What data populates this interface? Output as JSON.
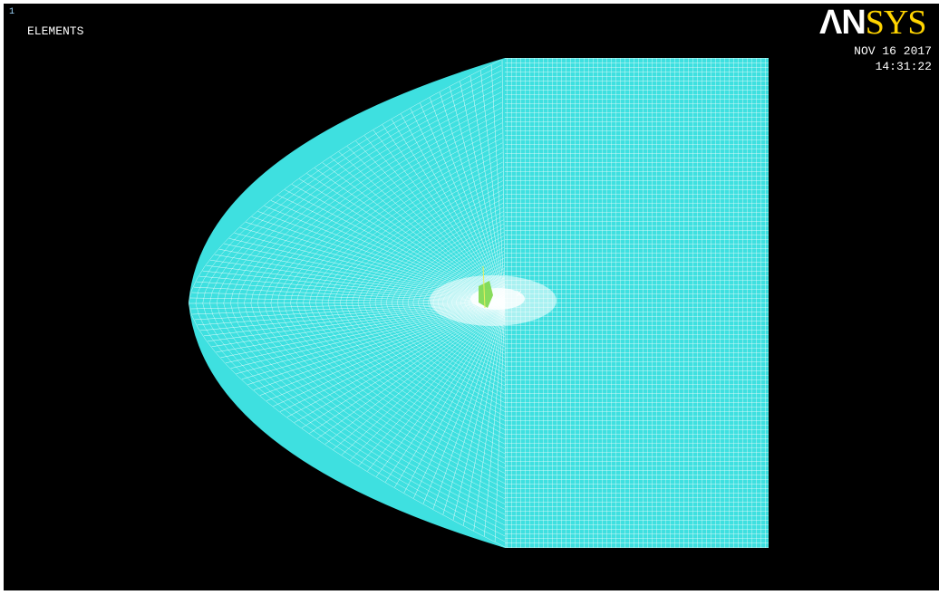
{
  "window": {
    "number": "1",
    "plot_label": "ELEMENTS"
  },
  "logo": {
    "lead": "ΛN",
    "rest": "SYS"
  },
  "stamp": {
    "date": "NOV 16 2017",
    "time": "14:31:22"
  },
  "origin_marker": "X",
  "colors": {
    "background": "#000000",
    "mesh_fill": "#3ee0e0",
    "mesh_lines": "#ffffff",
    "crack_tip": "#7bd84a",
    "logo_accent": "#ffd400"
  }
}
